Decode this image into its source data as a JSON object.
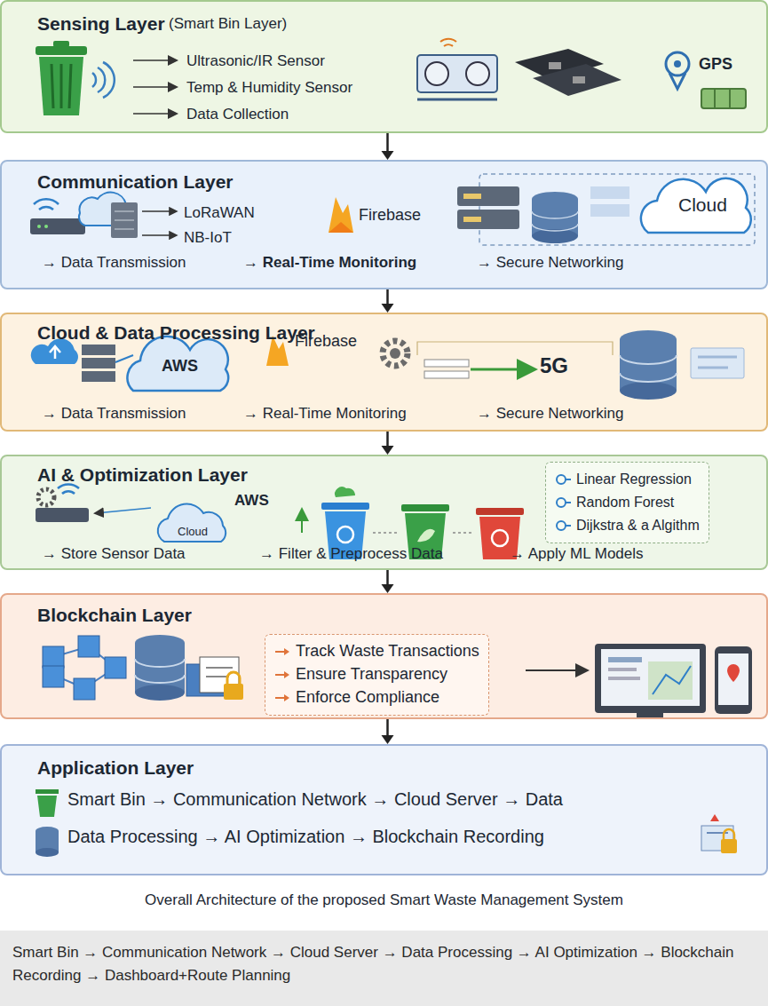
{
  "diagram": {
    "caption": "Overall Architecture of the proposed Smart Waste Management System",
    "nodes": [
      {
        "text": [
          "Sensing Layer",
          "(Smart Bin Layer)",
          "Ultrasonic/IR Sensor",
          "Temp & Humidity Sensor",
          "Data Collection",
          "GPS"
        ]
      },
      {
        "text": [
          "Communication Layer",
          "LoRaWAN",
          "NB-IoT",
          "Firebase",
          "Cloud",
          "→ Data Transmission",
          "→ Real-Time Monitoring",
          "→ Secure Networking"
        ]
      },
      {
        "text": [
          "Cloud & Data Processing Layer",
          "AWS",
          "Firebase",
          "5G",
          "→ Data Transmission",
          "→ Real-Time Monitoring",
          "→ Secure Networking"
        ]
      },
      {
        "text": [
          "AI & Optimization Layer",
          "Cloud",
          "AWS",
          "→ Store Sensor Data",
          "→ Filter & Preprocess Data",
          "→ Apply ML Models"
        ]
      },
      {
        "text": [
          "Linear Regression",
          "Random Forest",
          "Dijkstra & a Algithm"
        ],
        "in": 3
      },
      {
        "text": [
          "Blockchain Layer"
        ]
      },
      {
        "text": [
          "Track Waste Transactions",
          "Ensure Transparency",
          "Enforce Compliance"
        ],
        "in": 5
      },
      {
        "text": [
          "Application Layer",
          "Smart Bin → Communication Network → Cloud Server → Data",
          "Data Processing → AI Optimization → Blockchain Recording"
        ]
      },
      {
        "text": [
          "Smart Bin → Communication Network → Cloud Server → Data Processing → AI Optimization → Blockchain Recording → Dashboard+Route Planning"
        ]
      }
    ],
    "edges": [
      {
        "from": 0,
        "to": 1,
        "arrow": "to"
      },
      {
        "from": 1,
        "to": 2,
        "arrow": "to"
      },
      {
        "from": 2,
        "to": 3,
        "arrow": "to"
      },
      {
        "from": 3,
        "to": 5,
        "arrow": "to"
      },
      {
        "from": 5,
        "to": 7,
        "arrow": "to"
      }
    ]
  }
}
